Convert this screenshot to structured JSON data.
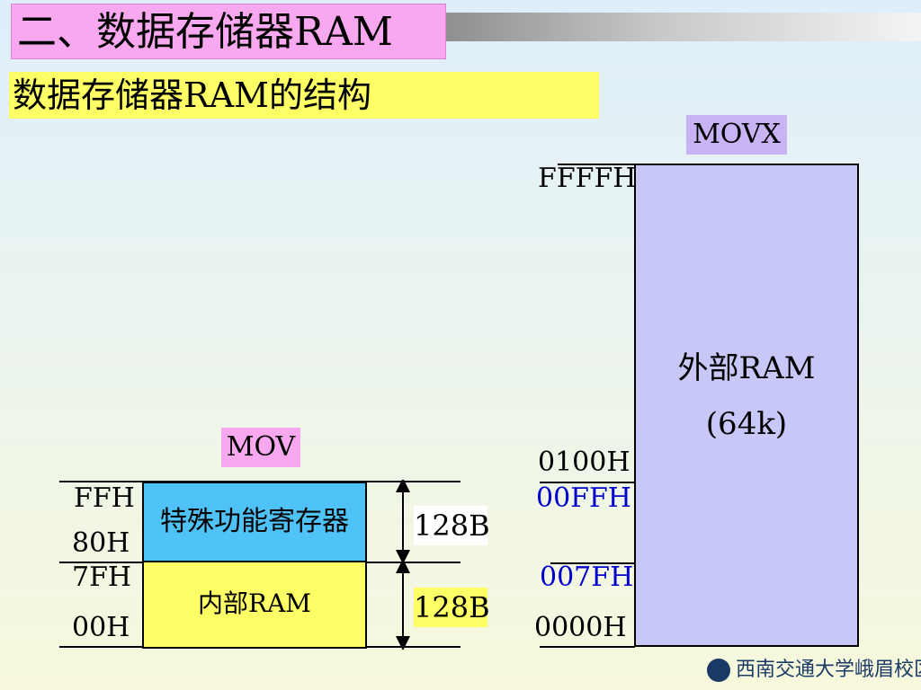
{
  "title": "二、数据存储器RAM",
  "subtitle": "数据存储器RAM的结构",
  "external": {
    "instruction": "MOVX",
    "label": "外部RAM",
    "size": "(64k)",
    "addr_top": "FFFFH",
    "addr_0100": "0100H",
    "addr_00ff": "00FFH",
    "addr_007f": "007FH",
    "addr_0000": "0000H"
  },
  "internal": {
    "instruction": "MOV",
    "sfr_label": "特殊功能寄存器",
    "ram_label": "内部RAM",
    "addr_ff": "FFH",
    "addr_80": "80H",
    "addr_7f": "7FH",
    "addr_00": "00H",
    "upper_size": "128B",
    "lower_size": "128B"
  },
  "logo_text": "西南交通大学峨眉校区",
  "colors": {
    "title_bg": "#f7a8ee",
    "subtitle_bg": "#ffff66",
    "sfr_bg": "#4fc3f7",
    "ext_ram_bg": "#c8c8f8",
    "movx_bg": "#c8b4f5",
    "blue_text": "#0000cc"
  }
}
